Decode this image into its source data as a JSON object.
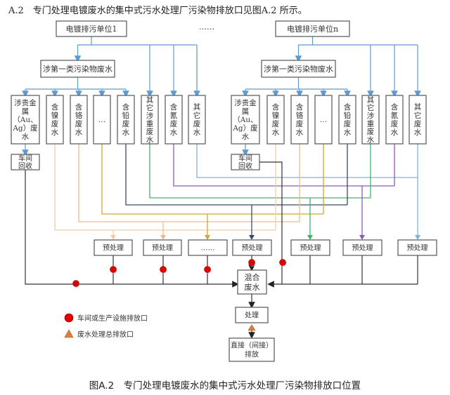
{
  "intro_text": "A.2　专门处理电镀废水的集中式污水处理厂污染物排放口见图A.2 所示。",
  "caption": "图A.2　专门处理电镀废水的集中式污水处理厂污染物排放口位置",
  "units": [
    {
      "label": "电镀排污单位1"
    },
    {
      "label": "电镀排污单位n"
    }
  ],
  "ellipsis": "……",
  "category_label": "涉第一类污染物废水",
  "streams": [
    {
      "id": "precious",
      "label": "涉贵金属（Au、Ag）废水",
      "lines": [
        "涉贵金",
        "属",
        "（Au、",
        "Ag）废",
        "水"
      ]
    },
    {
      "id": "nickel",
      "label": "含镍废水",
      "lines": [
        "含",
        "镍",
        "废",
        "水"
      ],
      "color": "#f5cba7"
    },
    {
      "id": "chromium",
      "label": "含铬废水",
      "lines": [
        "含",
        "铬",
        "废",
        "水"
      ],
      "color": "#f0b98a"
    },
    {
      "id": "other1",
      "label": "…",
      "lines": [
        "…"
      ],
      "color": "#d4a62a"
    },
    {
      "id": "lead",
      "label": "含铅废水",
      "lines": [
        "含",
        "铅",
        "废",
        "水"
      ],
      "color": "#3b4a6b"
    },
    {
      "id": "otherheavy",
      "label": "其它涉重废水",
      "lines": [
        "其",
        "它",
        "涉",
        "重",
        "废",
        "水"
      ],
      "color": "#3cb371"
    },
    {
      "id": "cyanide",
      "label": "含氰废水",
      "lines": [
        "含",
        "氰",
        "废",
        "水"
      ],
      "color": "#8e5bb5"
    },
    {
      "id": "other",
      "label": "其它废水",
      "lines": [
        "其",
        "它",
        "废",
        "水"
      ],
      "color": "#7fb3e0"
    }
  ],
  "recovery_label_lines": [
    "车间",
    "回收"
  ],
  "pretreat_labels": [
    "预处理",
    "预处理",
    "……",
    "预处理",
    "预处理",
    "预处理",
    "预处理"
  ],
  "mixed_label_lines": [
    "混合",
    "废水"
  ],
  "treatment_label": "处理",
  "discharge_label_lines": [
    "直接（间接）",
    "排放"
  ],
  "legend": [
    {
      "icon": "red-circle",
      "label": "车间或生产设施排放口",
      "color": "#e00000"
    },
    {
      "icon": "orange-triangle",
      "label": "废水处理总排放口",
      "color": "#e07b39"
    }
  ],
  "colors": {
    "flow_blue": "#5b9bd5",
    "line_dark": "#333333",
    "outlet_red": "#e00000",
    "final_orange": "#e07b39"
  }
}
